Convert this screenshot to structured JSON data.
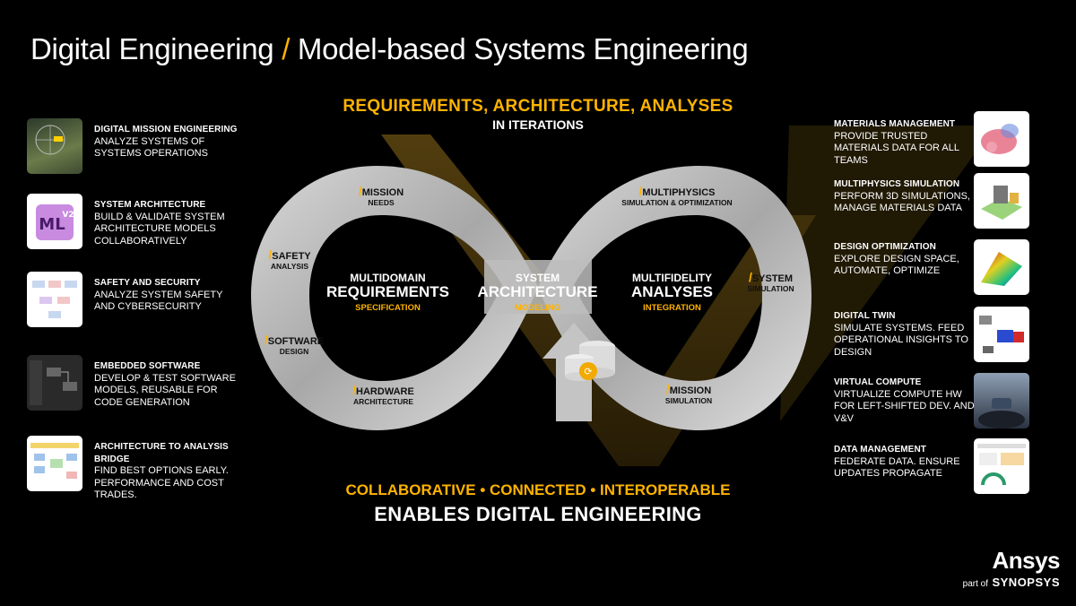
{
  "title": {
    "part1": "Digital Engineering ",
    "slash": "/",
    "part2": " Model-based Systems Engineering"
  },
  "headline": "REQUIREMENTS, ARCHITECTURE, ANALYSES",
  "subheadline": "IN ITERATIONS",
  "footer": {
    "line1": "COLLABORATIVE • CONNECTED • INTEROPERABLE",
    "line2": "ENABLES DIGITAL ENGINEERING"
  },
  "diagram": {
    "loop_labels": [
      {
        "main": "MISSION",
        "sub": "NEEDS"
      },
      {
        "main": "SAFETY",
        "sub": "ANALYSIS"
      },
      {
        "main": "SOFTWARE",
        "sub": "DESIGN"
      },
      {
        "main": "HARDWARE",
        "sub": "ARCHITECTURE"
      },
      {
        "main": "MULTIPHYSICS",
        "sub": "SIMULATION & OPTIMIZATION"
      },
      {
        "main": "SYSTEM",
        "sub": "SIMULATION"
      },
      {
        "main": "MISSION",
        "sub": "SIMULATION"
      }
    ],
    "centers": [
      {
        "t1": "MULTIDOMAIN",
        "t2": "REQUIREMENTS",
        "t3": "SPECIFICATION"
      },
      {
        "t1": "SYSTEM",
        "t2": "ARCHITECTURE",
        "t3": "MODELING"
      },
      {
        "t1": "MULTIFIDELITY",
        "t2": "ANALYSES",
        "t3": "INTEGRATION"
      }
    ],
    "slash": "/"
  },
  "left_items": [
    {
      "head": "DIGITAL MISSION ENGINEERING",
      "body": "ANALYZE SYSTEMS OF SYSTEMS OPERATIONS",
      "icon": "map-globe-icon"
    },
    {
      "head": "SYSTEM ARCHITECTURE",
      "body": "BUILD & VALIDATE SYSTEM ARCHITECTURE MODELS COLLABORATIVELY",
      "icon": "sysml-v2-icon",
      "icon_text": "ML",
      "icon_badge": "V2"
    },
    {
      "head": "SAFETY AND SECURITY",
      "body": "ANALYZE SYSTEM SAFETY AND CYBERSECURITY",
      "icon": "fault-tree-icon"
    },
    {
      "head": "EMBEDDED SOFTWARE",
      "body": "DEVELOP & TEST SOFTWARE MODELS, REUSABLE FOR CODE GENERATION",
      "icon": "software-model-icon"
    },
    {
      "head": "ARCHITECTURE TO ANALYSIS BRIDGE",
      "body": "FIND  BEST OPTIONS EARLY. PERFORMANCE AND COST TRADES.",
      "icon": "workflow-icon"
    }
  ],
  "right_items": [
    {
      "head": "MATERIALS MANAGEMENT",
      "body": "PROVIDE TRUSTED MATERIALS DATA FOR ALL TEAMS",
      "icon": "materials-chart-icon"
    },
    {
      "head": "MULTIPHYSICS SIMULATION",
      "body": "PERFORM 3D SIMULATIONS, MANAGE MATERIALS DATA",
      "icon": "3d-simulation-icon"
    },
    {
      "head": "DESIGN OPTIMIZATION",
      "body": "EXPLORE DESIGN SPACE, AUTOMATE, OPTIMIZE",
      "icon": "response-surface-icon"
    },
    {
      "head": "DIGITAL TWIN",
      "body": "SIMULATE SYSTEMS. FEED OPERATIONAL INSIGHTS TO DESIGN",
      "icon": "digital-twin-icon"
    },
    {
      "head": "VIRTUAL COMPUTE",
      "body": "VIRTUALIZE COMPUTE HW FOR LEFT-SHIFTED DEV. AND V&V",
      "icon": "car-interior-icon"
    },
    {
      "head": "DATA MANAGEMENT",
      "body": "FEDERATE DATA. ENSURE UPDATES PROPAGATE",
      "icon": "dashboard-icon"
    }
  ],
  "logo": {
    "brand": "Ansys",
    "part_of": "part of",
    "parent": "SYNOPSYS"
  },
  "colors": {
    "accent": "#ffb300",
    "loop": "#c9c9c9",
    "background": "#000000"
  }
}
